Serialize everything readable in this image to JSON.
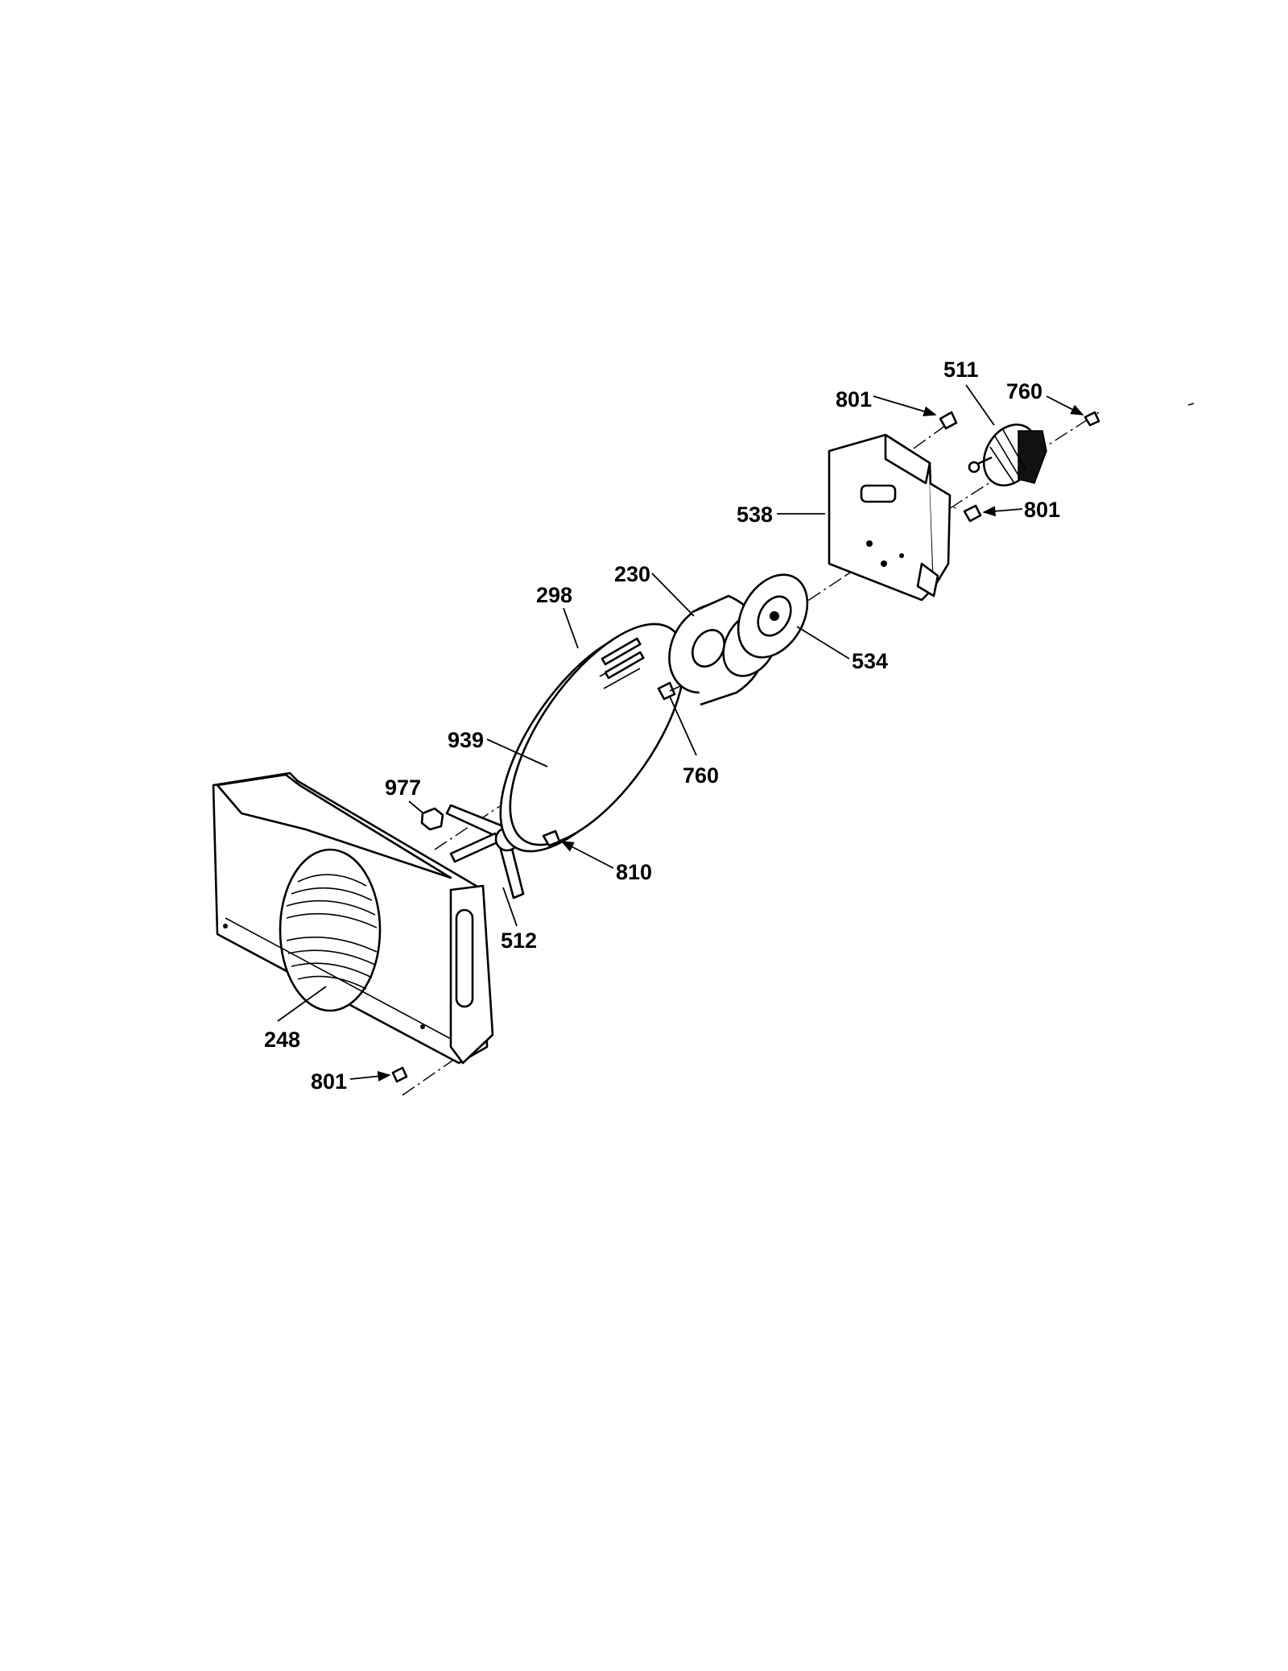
{
  "diagram": {
    "callouts": {
      "c801_top": "801",
      "c511": "511",
      "c760_top": "760",
      "c538": "538",
      "c801_right": "801",
      "c230": "230",
      "c298": "298",
      "c534": "534",
      "c760_mid": "760",
      "c939": "939",
      "c977": "977",
      "c810": "810",
      "c512": "512",
      "c248": "248",
      "c801_bottom": "801"
    }
  }
}
